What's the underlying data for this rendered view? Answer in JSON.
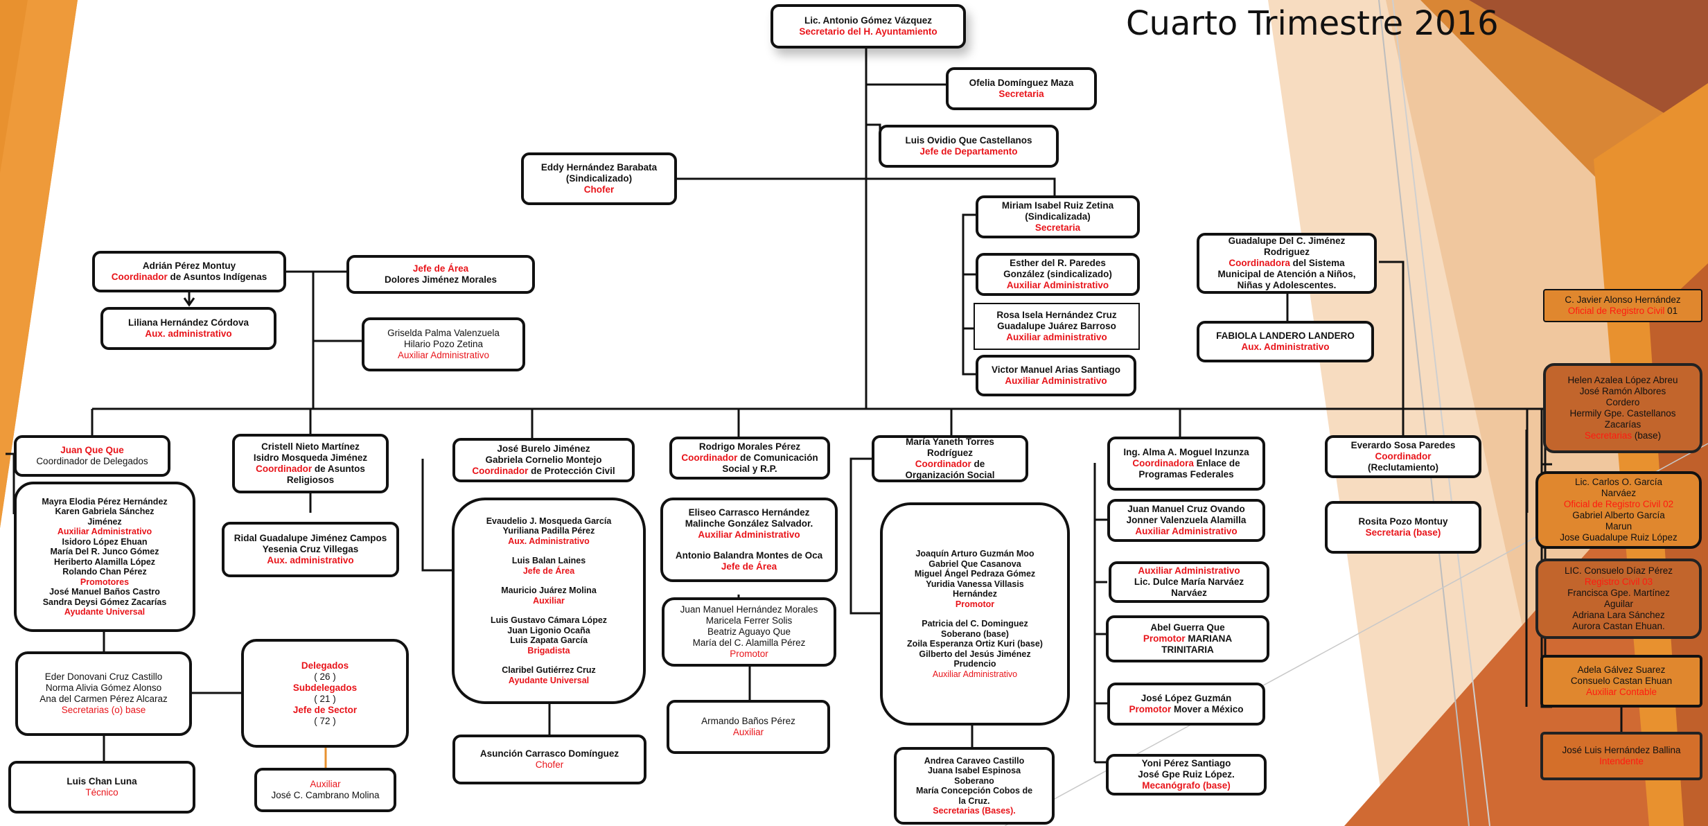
{
  "title": "Cuarto Trimestre 2016",
  "colors": {
    "accent_red": "#e8141a",
    "orange": "#e8912f",
    "brown": "#c0602b",
    "box_border": "#111111"
  },
  "boxes": {
    "secretario": {
      "name": "Lic. Antonio Gómez Vázquez",
      "role": "Secretario  del H.  Ayuntamiento"
    },
    "ofelia": {
      "name": "Ofelia Domínguez Maza",
      "role": "Secretaria"
    },
    "luis_ovidio": {
      "name": "Luis Ovidio Que Castellanos",
      "role": "Jefe de Departamento"
    },
    "eddy": {
      "l1": "Eddy Hernández Barabata",
      "l2": "(Sindicalizado)",
      "role": "Chofer"
    },
    "miriam": {
      "l1": "Miriam  Isabel Ruiz Zetina",
      "l2": "(Sindicalizada)",
      "role": "Secretaria"
    },
    "esther": {
      "l1": "Esther del R. Paredes",
      "l2": "González (sindicalizado)",
      "role": "Auxiliar Administrativo"
    },
    "rosa": {
      "l1": "Rosa Isela Hernández Cruz",
      "l2": "Guadalupe Juárez Barroso",
      "role": "Auxiliar administrativo"
    },
    "victor": {
      "name": "Victor Manuel Arias Santiago",
      "role": "Auxiliar Administrativo"
    },
    "guadalupe": {
      "l1": "Guadalupe Del C. Jiménez",
      "l2": "Rodriguez",
      "role": "Coordinadora",
      "l3": " del Sistema",
      "l4": "Municipal de  Atención a Niños,",
      "l5": "Niñas y Adolescentes."
    },
    "fabiola": {
      "name": "FABIOLA LANDERO LANDERO",
      "role": "Aux. Administrativo"
    },
    "adrian": {
      "name": "Adrián Pérez Montuy",
      "role": "Coordinador",
      "rest": " de  Asuntos Indígenas"
    },
    "liliana": {
      "name": "Liliana Hernández Córdova",
      "role": "Aux. administrativo"
    },
    "jefe_area": {
      "role": "Jefe de Área",
      "name": "Dolores Jiménez Morales"
    },
    "griselda": {
      "l1": "Griselda Palma Valenzuela",
      "l2": "Hilario Pozo Zetina",
      "role": "Auxiliar Administrativo"
    },
    "juan_que": {
      "name": "Juan Que  Que",
      "l2": "Coordinador de Delegados"
    },
    "mayra": {
      "a": [
        "Mayra Elodia Pérez Hernández",
        "Karen Gabriela Sánchez",
        "Jiménez"
      ],
      "ra": "Auxiliar Administrativo",
      "b": [
        "Isidoro López Ehuan",
        "María Del R. Junco Gómez",
        "Heriberto Alamilla López",
        "Rolando Chan Pérez"
      ],
      "rb": "Promotores",
      "c": [
        "José Manuel Baños Castro",
        "Sandra Deysi Gómez Zacarías"
      ],
      "rc": "Ayudante Universal"
    },
    "eder": {
      "a": [
        "Eder Donovani Cruz Castillo",
        "Norma Alivia Gómez Alonso",
        "Ana del Carmen Pérez Alcaraz"
      ],
      "role": "Secretarias (o) base"
    },
    "luis_chan": {
      "name": "Luis Chan Luna",
      "role": "Técnico"
    },
    "delegados": {
      "r1": "Delegados",
      "n1": "( 26 )",
      "r2": "Subdelegados",
      "n2": "( 21 )",
      "r3": "Jefe de Sector",
      "n3": "( 72 )"
    },
    "auxiliar_jose": {
      "role": "Auxiliar",
      "name": "José C. Cambrano Molina"
    },
    "cristell": {
      "l1": "Cristell  Nieto Martínez",
      "l2": "Isidro Mosqueda Jiménez",
      "role": "Coordinador",
      "l3": " de Asuntos",
      "l4": "Religiosos"
    },
    "ridal": {
      "l1": "Ridal Guadalupe Jiménez Campos",
      "l2": "Yesenia Cruz Villegas",
      "role": "Aux. administrativo"
    },
    "jose_burelo": {
      "l1": "José Burelo Jiménez",
      "l2": "Gabriela Cornelio Montejo",
      "role": "Coordinador",
      "rest": " de Protección Civil"
    },
    "evaudelio": {
      "a": [
        "Evaudelio J. Mosqueda García",
        "Yuriliana Padilla Pérez"
      ],
      "ra": "Aux. Administrativo",
      "b": "Luis Balan Laines",
      "rb": "Jefe de Área",
      "c": "Mauricio Juárez Molina",
      "rc": "Auxiliar",
      "d": [
        "Luis Gustavo Cámara López",
        "Juan Ligonio Ocaña",
        "Luis Zapata García"
      ],
      "rd": "Brigadista",
      "e": "Claribel Gutiérrez Cruz",
      "re": "Ayudante Universal"
    },
    "asuncion": {
      "name": "Asunción Carrasco Domínguez",
      "role": "Chofer"
    },
    "rodrigo": {
      "l1": "Rodrigo Morales Pérez",
      "role": "Coordinador",
      "l2": " de Comunicación",
      "l3": "Social y R.P."
    },
    "eliseo": {
      "a": [
        "Eliseo Carrasco Hernández",
        "Malinche González Salvador."
      ],
      "ra": "Auxiliar Administrativo",
      "b": "Antonio Balandra Montes de Oca",
      "rb": "Jefe de Área"
    },
    "juan_manuel_hm": {
      "a": [
        "Juan Manuel Hernández Morales",
        "Maricela Ferrer Solis",
        "Beatriz Aguayo Que",
        "María  del C. Alamilla Pérez"
      ],
      "role": "Promotor"
    },
    "armando": {
      "name": "Armando Baños Pérez",
      "role": "Auxiliar"
    },
    "maria_yaneth": {
      "l1": "María Yaneth Torres",
      "l2": "Rodríguez",
      "role": "Coordinador",
      "l3": " de",
      "l4": "Organización Social"
    },
    "joaquin": {
      "a": [
        "Joaquín Arturo Guzmán Moo",
        "Gabriel Que Casanova",
        "Miguel Ángel Pedraza Gómez",
        "Yuridia Vanessa Villasis",
        "Hernández"
      ],
      "ra": "Promotor",
      "b": [
        "Patricia del C. Dominguez",
        "Soberano (base)",
        "Zoila Esperanza Ortiz Kuri (base)",
        "Gilberto del Jesús Jiménez",
        "Prudencio"
      ],
      "rb": "Auxiliar Administrativo"
    },
    "andrea": {
      "a": [
        "Andrea Caraveo Castillo",
        "Juana Isabel Espinosa",
        "Soberano",
        "María Concepción Cobos de",
        "la Cruz."
      ],
      "role": "Secretarias (Bases)."
    },
    "alma": {
      "l1": "Ing. Alma A. Moguel Inzunza",
      "role": "Coordinadora",
      "l2": " Enlace de",
      "l3": "Programas Federales"
    },
    "juan_manuel_co": {
      "l1": "Juan Manuel Cruz Ovando",
      "l2": "Jonner Valenzuela Alamilla",
      "role": "Auxiliar Administrativo"
    },
    "dulce": {
      "role": "Auxiliar Administrativo",
      "l1": "Lic. Dulce María Narváez",
      "l2": "Narváez"
    },
    "abel": {
      "l1": "Abel Guerra Que",
      "role": "Promotor",
      "rest": " MARIANA",
      "l2": "TRINITARIA"
    },
    "jose_lopez": {
      "l1": "José López Guzmán",
      "role": "Promotor",
      "rest": " Mover a México"
    },
    "yoni": {
      "l1": "Yoni Pérez Santiago",
      "l2": "José Gpe Ruiz López.",
      "role": "Mecanógrafo (base)"
    },
    "everardo": {
      "l1": "Everardo Sosa Paredes",
      "role": "Coordinador",
      "l2": "(Reclutamiento)"
    },
    "rosita": {
      "name": "Rosita Pozo Montuy",
      "role": "Secretaria (base)"
    },
    "javier": {
      "name": "C. Javier Alonso Hernández",
      "role": "Oficial de Registro Civil",
      "rest": " 01"
    },
    "helen": {
      "a": [
        "Helen Azalea López Abreu",
        "José Ramón Albores",
        "Cordero",
        "Hermily Gpe. Castellanos",
        "Zacarías"
      ],
      "role": "Secretarias",
      "rest": " (base)"
    },
    "carlos": {
      "l1": "Lic. Carlos O. García",
      "l2": "Narváez",
      "role": "Oficial de Registro Civil 02",
      "a": [
        "Gabriel Alberto García",
        "Marun",
        "Jose Guadalupe Ruiz López"
      ]
    },
    "consuelo": {
      "l1": "LIC. Consuelo Díaz Pérez",
      "role": "Registro Civil 03",
      "a": [
        "Francisca Gpe. Martínez",
        "Aguilar",
        "Adriana Lara Sánchez",
        "Aurora Castan Ehuan."
      ]
    },
    "adela": {
      "l1": "Adela Gálvez Suarez",
      "l2": "Consuelo Castan Ehuan",
      "role": "Auxiliar Contable"
    },
    "jose_luis": {
      "name": "José Luis Hernández Ballina",
      "role": "Intendente"
    }
  }
}
